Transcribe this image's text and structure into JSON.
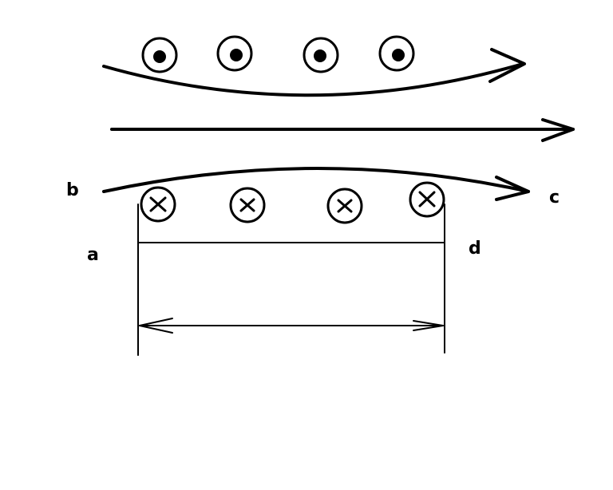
{
  "labels": {
    "b": "b",
    "c": "c",
    "a": "a",
    "d": "d"
  },
  "symbols": {
    "top_row": [
      "dot-out-of-page",
      "dot-out-of-page",
      "dot-out-of-page",
      "dot-out-of-page"
    ],
    "bottom_row": [
      "cross-into-page",
      "cross-into-page",
      "cross-into-page",
      "cross-into-page"
    ]
  },
  "colors": {
    "ink": "#000000",
    "background": "#ffffff"
  }
}
